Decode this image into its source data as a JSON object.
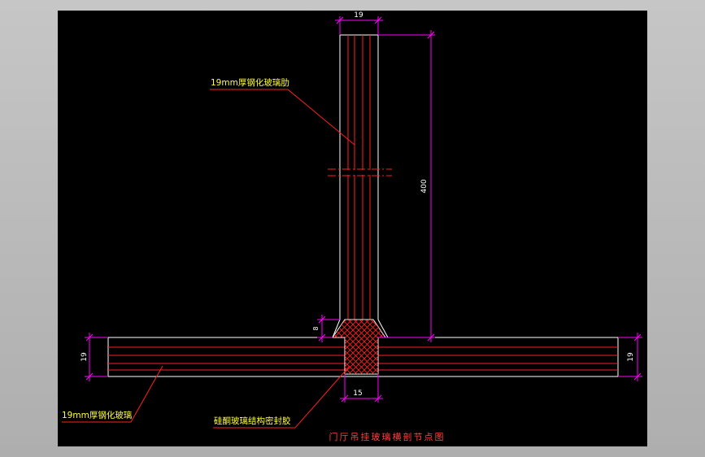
{
  "drawing": {
    "title": "门厅吊挂玻璃横剖节点图",
    "labels": {
      "rib_glass": "19mm厚钢化玻璃肋",
      "face_glass": "19mm厚钢化玻璃",
      "sealant": "硅酮玻璃结构密封胶"
    },
    "dimensions": {
      "rib_width": "19",
      "rib_length": "400",
      "sealant_depth": "8",
      "sealant_width": "15",
      "glass_left": "19",
      "glass_right": "19"
    },
    "colors": {
      "background": "#000000",
      "outline": "#ffffff",
      "glass_lines": "#ff2020",
      "dimension": "#ff00ff",
      "leader": "#ff2020",
      "label_text": "#ffff3a",
      "title_text": "#ff4040"
    }
  }
}
